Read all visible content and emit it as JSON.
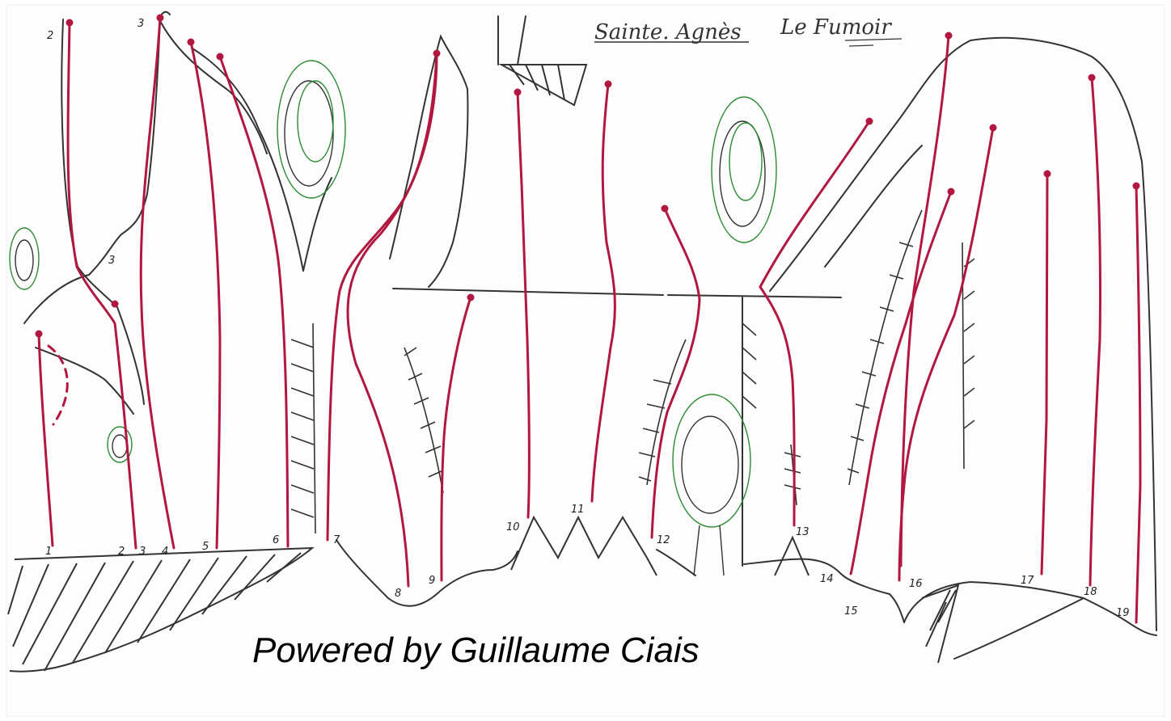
{
  "title": {
    "sector": "Sainte. Agnès",
    "crag": "Le Fumoir"
  },
  "credit": "Powered by Guillaume Ciais",
  "colors": {
    "route": "#b2183f",
    "rock": "#333333",
    "tree": "#2e8b34"
  },
  "route_numbers_top": [
    "2",
    "3",
    "3"
  ],
  "route_numbers_bottom": [
    "1",
    "2",
    "3",
    "4",
    "5",
    "6",
    "7",
    "8",
    "9",
    "10",
    "11",
    "12",
    "13",
    "14",
    "15",
    "16",
    "17",
    "18",
    "19"
  ]
}
